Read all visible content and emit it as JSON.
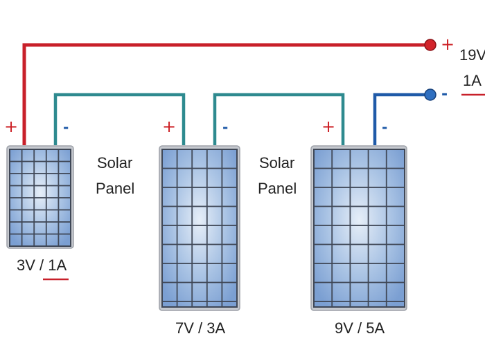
{
  "output": {
    "positive_sign": "+",
    "negative_sign": "-",
    "voltage": "19V",
    "current": "1A"
  },
  "panels": [
    {
      "rating": "3V / 1A",
      "plus": "+",
      "minus": "-"
    },
    {
      "rating": "7V / 3A",
      "plus": "+",
      "minus": "-"
    },
    {
      "rating": "9V / 5A",
      "plus": "+",
      "minus": "-"
    }
  ],
  "labels": [
    {
      "line1": "Solar",
      "line2": "Panel"
    },
    {
      "line1": "Solar",
      "line2": "Panel"
    }
  ],
  "colors": {
    "positive_wire": "#c8202a",
    "link_wire": "#2e8a8f",
    "negative_wire": "#1f5aa8",
    "panel_cell": "#8fb1dc",
    "panel_grid": "#3f4756",
    "panel_frame": "#b9bcc2"
  }
}
